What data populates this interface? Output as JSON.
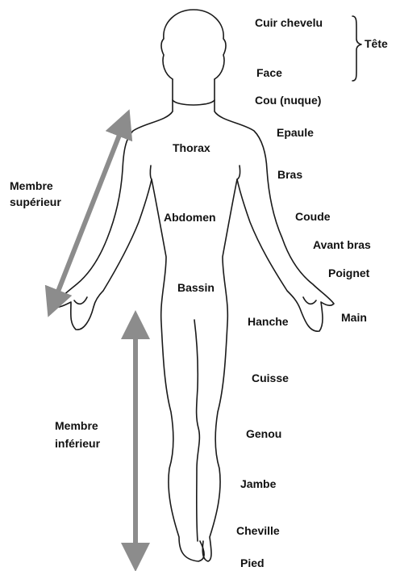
{
  "colors": {
    "outline": "#1a1a1a",
    "arrow": "#8c8c8c",
    "text": "#111111",
    "background": "#ffffff"
  },
  "labels": {
    "cuir_chevelu": "Cuir chevelu",
    "face": "Face",
    "tete": "Tête",
    "cou": "Cou (nuque)",
    "epaule": "Epaule",
    "bras": "Bras",
    "coude": "Coude",
    "avant_bras": "Avant bras",
    "poignet": "Poignet",
    "main": "Main",
    "hanche": "Hanche",
    "cuisse": "Cuisse",
    "genou": "Genou",
    "jambe": "Jambe",
    "cheville": "Cheville",
    "pied": "Pied",
    "thorax": "Thorax",
    "abdomen": "Abdomen",
    "bassin": "Bassin",
    "membre_superieur_1": "Membre",
    "membre_superieur_2": "supérieur",
    "membre_inferieur_1": "Membre",
    "membre_inferieur_2": "inférieur"
  }
}
